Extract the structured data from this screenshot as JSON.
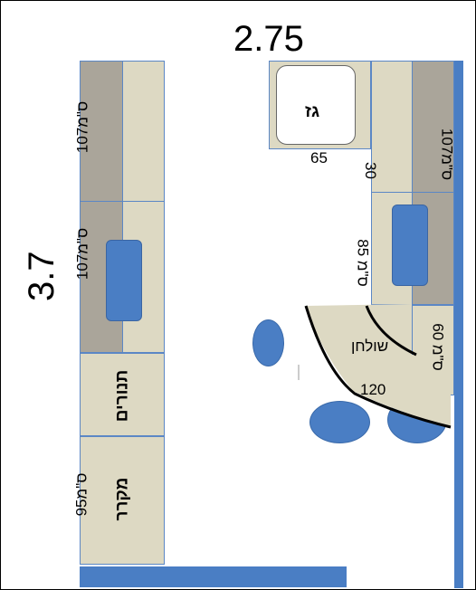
{
  "dimensions": {
    "width_label": "2.75",
    "height_label": "3.7",
    "gas_width": "65",
    "gap": "30",
    "table_width": "120"
  },
  "left_counter": {
    "upper_depth": "107ס\"מ",
    "middle_depth": "107ס\"מ",
    "ovens": "תנורים",
    "fridge": "מקרר",
    "fridge_depth": "95ס\"מ"
  },
  "right_counter": {
    "gas": "גז",
    "outer_depth": "107ס\"מ",
    "island_depth": "85 ס\"מ",
    "table_depth": "60 ס\"מ",
    "table": "שולחן"
  },
  "colors": {
    "counter": "#ddd9c3",
    "counter_shadow": "#aaa59a",
    "wall_blue": "#4a7ec4"
  }
}
